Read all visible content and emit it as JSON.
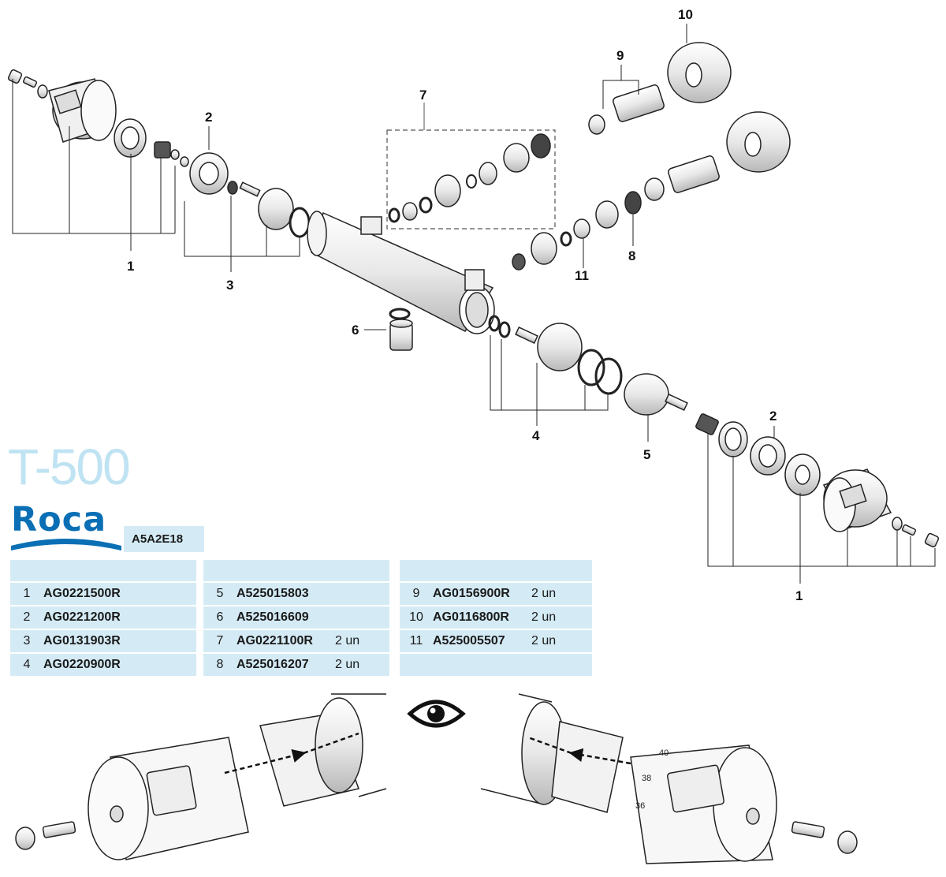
{
  "model": "T-500",
  "brand": "Roca",
  "product_code": "A5A2E18",
  "callouts": [
    "1",
    "2",
    "3",
    "7",
    "9",
    "10",
    "8",
    "11",
    "6",
    "4",
    "5",
    "2",
    "1"
  ],
  "parts_tables": [
    [
      {
        "num": "1",
        "code": "AG0221500R",
        "qty": ""
      },
      {
        "num": "2",
        "code": "AG0221200R",
        "qty": ""
      },
      {
        "num": "3",
        "code": "AG0131903R",
        "qty": ""
      },
      {
        "num": "4",
        "code": "AG0220900R",
        "qty": ""
      }
    ],
    [
      {
        "num": "5",
        "code": "A525015803",
        "qty": ""
      },
      {
        "num": "6",
        "code": "A525016609",
        "qty": ""
      },
      {
        "num": "7",
        "code": "AG0221100R",
        "qty": "2 un"
      },
      {
        "num": "8",
        "code": "A525016207",
        "qty": "2 un"
      }
    ],
    [
      {
        "num": "9",
        "code": "AG0156900R",
        "qty": "2 un"
      },
      {
        "num": "10",
        "code": "AG0116800R",
        "qty": "2 un"
      },
      {
        "num": "11",
        "code": "A525005507",
        "qty": "2 un"
      },
      {
        "num": "",
        "code": "",
        "qty": ""
      }
    ]
  ],
  "dial_marks": [
    "40",
    "38",
    "36"
  ],
  "icons": {
    "eye": "eye-icon"
  },
  "colors": {
    "brand_blue": "#0a6fb4",
    "table_bg": "#d4ebf5",
    "title": "#bfe3f2"
  }
}
